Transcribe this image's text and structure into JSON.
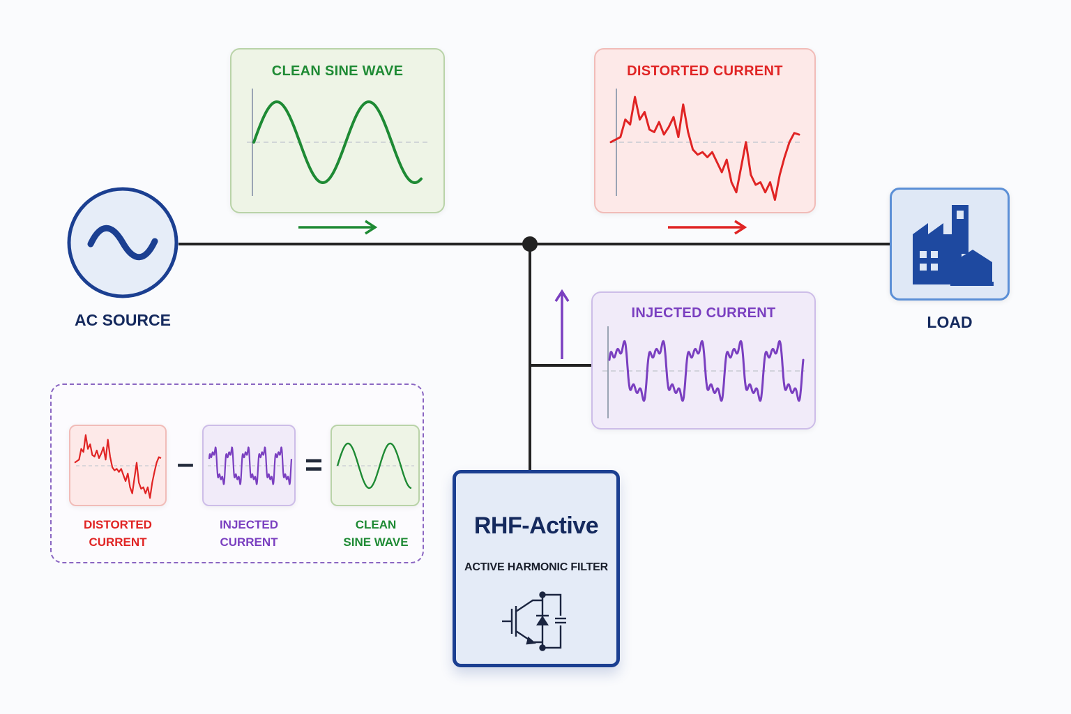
{
  "source": {
    "label": "AC SOURCE",
    "icon": "sine-wave-icon"
  },
  "load": {
    "label": "LOAD",
    "icon": "factory-icon"
  },
  "panels": {
    "clean": {
      "title": "CLEAN SINE WAVE",
      "color": "#1e8a34"
    },
    "distorted": {
      "title": "DISTORTED CURRENT",
      "color": "#e02424"
    },
    "injected": {
      "title": "INJECTED CURRENT",
      "color": "#7a3fc0"
    }
  },
  "filter": {
    "name": "RHF-Active",
    "subtitle": "ACTIVE HARMONIC FILTER",
    "icon": "igbt-diode-capacitor-icon",
    "border_color": "#1b3f91"
  },
  "equation": {
    "minus": "–",
    "equals": "=",
    "terms": [
      {
        "line1": "DISTORTED",
        "line2": "CURRENT",
        "color": "#e02424"
      },
      {
        "line1": "INJECTED",
        "line2": "CURRENT",
        "color": "#7a3fc0"
      },
      {
        "line1": "CLEAN",
        "line2": "SINE WAVE",
        "color": "#1e8a34"
      }
    ]
  },
  "colors": {
    "line": "#222222",
    "navy": "#1b3f91",
    "icon_blue": "#1e49a0"
  }
}
